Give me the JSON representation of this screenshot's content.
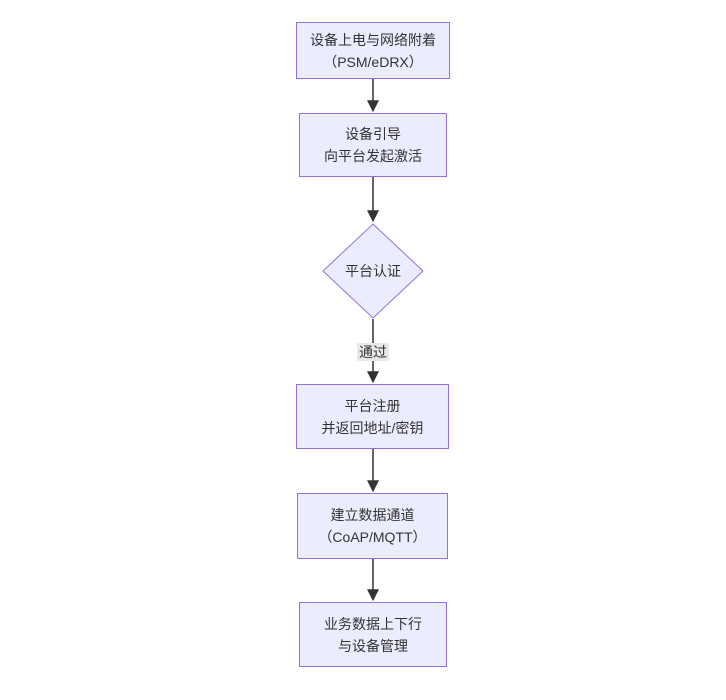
{
  "diagram": {
    "title": "NB-IoT device onboarding flowchart",
    "colors": {
      "node_fill": "#ECECFF",
      "node_border": "#9370DB",
      "arrow_color": "#333333",
      "edge_label_bg": "#e8e8e8",
      "text_color": "#333333",
      "canvas_bg": "#ffffff"
    },
    "nodes": [
      {
        "id": "power-attach",
        "type": "rect",
        "lines": [
          "设备上电与网络附着",
          "（PSM/eDRX）"
        ]
      },
      {
        "id": "bootstrap",
        "type": "rect",
        "lines": [
          "设备引导",
          "向平台发起激活"
        ]
      },
      {
        "id": "platform-auth",
        "type": "diamond",
        "lines": [
          "平台认证"
        ]
      },
      {
        "id": "register",
        "type": "rect",
        "lines": [
          "平台注册",
          "并返回地址/密钥"
        ]
      },
      {
        "id": "data-channel",
        "type": "rect",
        "lines": [
          "建立数据通道",
          "（CoAP/MQTT）"
        ]
      },
      {
        "id": "business-data",
        "type": "rect",
        "lines": [
          "业务数据上下行",
          "与设备管理"
        ]
      }
    ],
    "edges": [
      {
        "from": "power-attach",
        "to": "bootstrap",
        "label": ""
      },
      {
        "from": "bootstrap",
        "to": "platform-auth",
        "label": ""
      },
      {
        "from": "platform-auth",
        "to": "register",
        "label": "通过"
      },
      {
        "from": "register",
        "to": "data-channel",
        "label": ""
      },
      {
        "from": "data-channel",
        "to": "business-data",
        "label": ""
      }
    ]
  }
}
